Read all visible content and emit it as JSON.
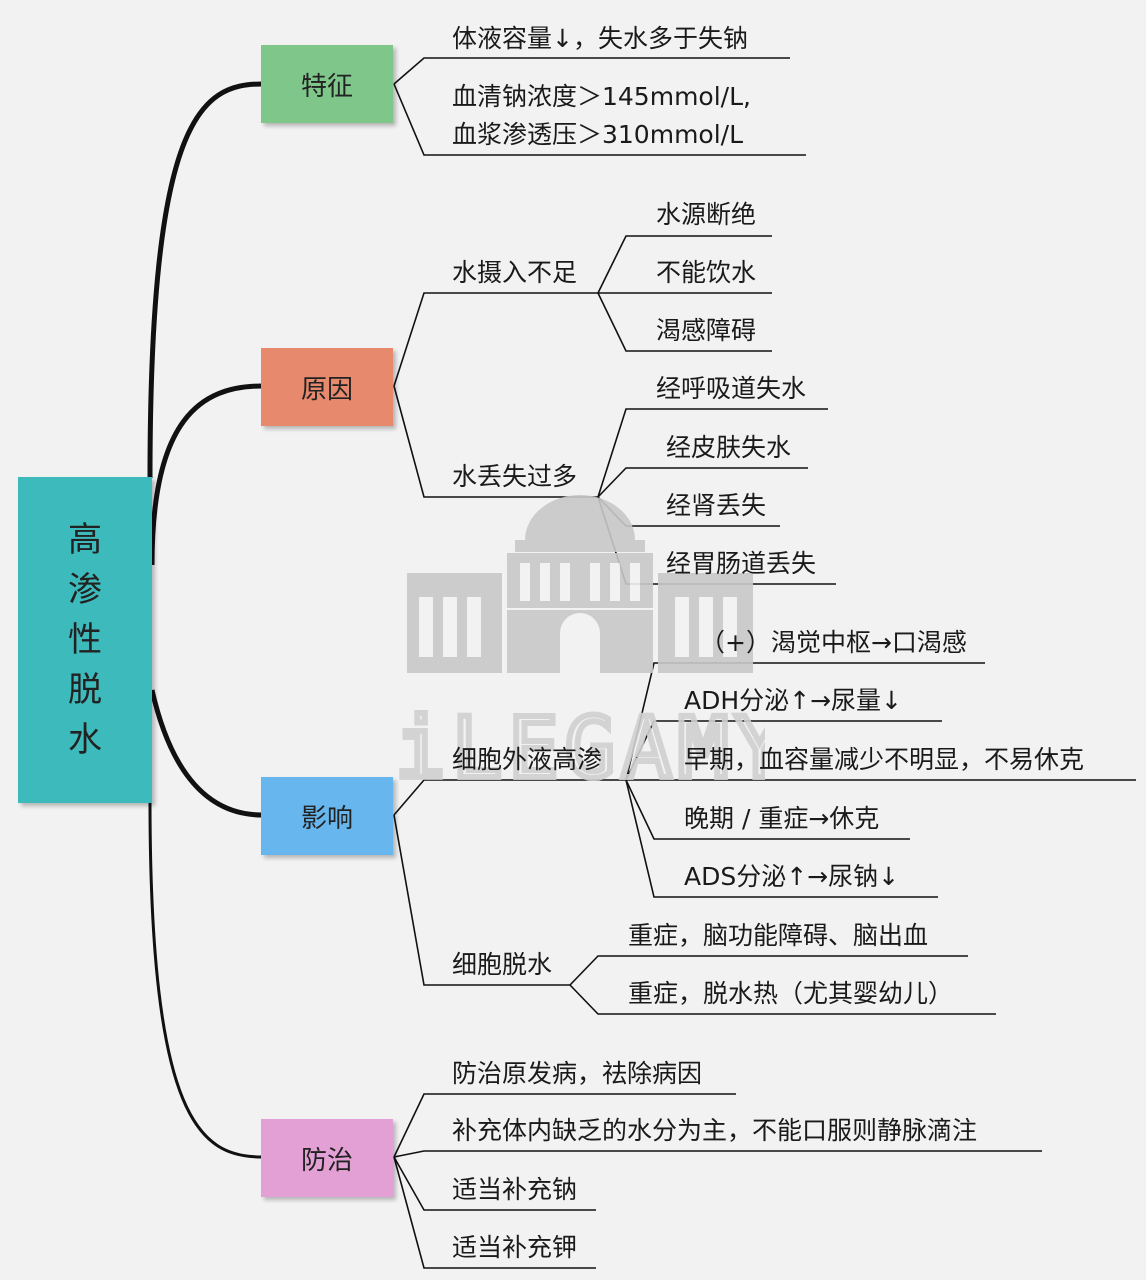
{
  "root": {
    "label": "高渗性脱水",
    "chars": [
      "高",
      "渗",
      "性",
      "脱",
      "水"
    ]
  },
  "branches": {
    "feature": {
      "label": "特征",
      "items": [
        "体液容量↓，失水多于失钠",
        "血清钠浓度＞145mmol/L,",
        "血浆渗透压＞310mmol/L"
      ]
    },
    "cause": {
      "label": "原因",
      "sub1": {
        "label": "水摄入不足",
        "items": [
          "水源断绝",
          "不能饮水",
          "渴感障碍"
        ]
      },
      "sub2": {
        "label": "水丢失过多",
        "items": [
          "经呼吸道失水",
          "经皮肤失水",
          "经肾丢失",
          "经胃肠道丢失"
        ]
      }
    },
    "effect": {
      "label": "影响",
      "sub1": {
        "label": "细胞外液高渗",
        "items": [
          "（+）渴觉中枢→口渴感",
          "ADH分泌↑→尿量↓",
          "早期，血容量减少不明显，不易休克",
          "晚期 / 重症→休克",
          "ADS分泌↑→尿钠↓"
        ]
      },
      "sub2": {
        "label": "细胞脱水",
        "items": [
          "重症，脑功能障碍、脑出血",
          "重症，脱水热（尤其婴幼儿）"
        ]
      }
    },
    "treat": {
      "label": "防治",
      "items": [
        "防治原发病，祛除病因",
        "补充体内缺乏的水分为主，不能口服则静脉滴注",
        "适当补充钠",
        "适当补充钾"
      ]
    }
  },
  "colors": {
    "root": "#3dbabb",
    "feature": "#7fc68a",
    "cause": "#e7896d",
    "effect": "#67b7ee",
    "treat": "#e3a0d4",
    "line": "#111111",
    "background": "#f2f2f2",
    "watermark": "#c8c8c8"
  },
  "watermark": {
    "icon": "building-dome-watermark-icon",
    "text": "iLEGAMY"
  }
}
